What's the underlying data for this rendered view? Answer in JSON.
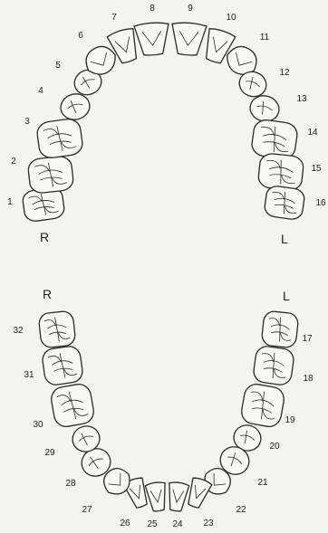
{
  "side_labels": {
    "upper_right": "R",
    "upper_left": "L",
    "lower_right": "R",
    "lower_left": "L"
  },
  "upper_arch": {
    "teeth": [
      {
        "number": "1",
        "type": "molar"
      },
      {
        "number": "2",
        "type": "molar"
      },
      {
        "number": "3",
        "type": "molar"
      },
      {
        "number": "4",
        "type": "premolar"
      },
      {
        "number": "5",
        "type": "premolar"
      },
      {
        "number": "6",
        "type": "canine"
      },
      {
        "number": "7",
        "type": "incisor"
      },
      {
        "number": "8",
        "type": "incisor"
      },
      {
        "number": "9",
        "type": "incisor"
      },
      {
        "number": "10",
        "type": "incisor"
      },
      {
        "number": "11",
        "type": "canine"
      },
      {
        "number": "12",
        "type": "premolar"
      },
      {
        "number": "13",
        "type": "premolar"
      },
      {
        "number": "14",
        "type": "molar"
      },
      {
        "number": "15",
        "type": "molar"
      },
      {
        "number": "16",
        "type": "molar"
      }
    ]
  },
  "lower_arch": {
    "teeth": [
      {
        "number": "17",
        "type": "molar"
      },
      {
        "number": "18",
        "type": "molar"
      },
      {
        "number": "19",
        "type": "molar"
      },
      {
        "number": "20",
        "type": "premolar"
      },
      {
        "number": "21",
        "type": "premolar"
      },
      {
        "number": "22",
        "type": "canine"
      },
      {
        "number": "23",
        "type": "incisor"
      },
      {
        "number": "24",
        "type": "incisor"
      },
      {
        "number": "25",
        "type": "incisor"
      },
      {
        "number": "26",
        "type": "incisor"
      },
      {
        "number": "27",
        "type": "canine"
      },
      {
        "number": "28",
        "type": "premolar"
      },
      {
        "number": "29",
        "type": "premolar"
      },
      {
        "number": "30",
        "type": "molar"
      },
      {
        "number": "31",
        "type": "molar"
      },
      {
        "number": "32",
        "type": "molar"
      }
    ]
  }
}
